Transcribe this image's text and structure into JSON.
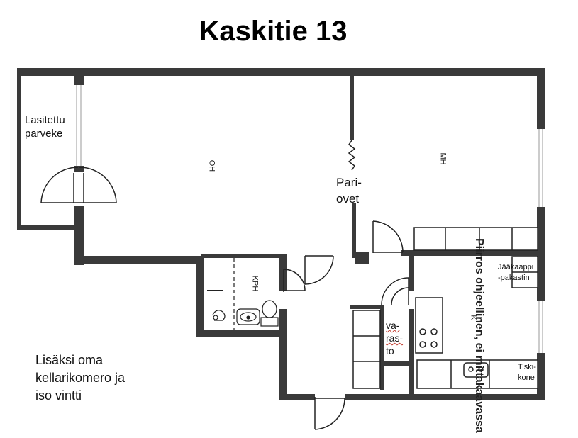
{
  "title": "Kaskitie 13",
  "labels": {
    "balcony_line1": "Lasitettu",
    "balcony_line2": "parveke",
    "double_doors_line1": "Pari-",
    "double_doors_line2": "ovet",
    "storage_line1": "va-",
    "storage_line2": "ras-",
    "storage_line3": "to",
    "fridge_line1": "Jääkaappi",
    "fridge_line2": "-pakastin",
    "dishwasher_line1": "Tiski-",
    "dishwasher_line2": "kone"
  },
  "rooms": {
    "living_room": "OH",
    "bedroom": "MH",
    "bathroom": "KPH",
    "kitchen": "K"
  },
  "note": {
    "line1": "Lisäksi oma",
    "line2": "kellarikomero ja",
    "line3": "iso vintti"
  },
  "side_note": "Piirros ohjeellinen, ei mittakaavassa",
  "colors": {
    "wall": "#3a3a3a",
    "line": "#222222",
    "accent_underline": "#c0392b"
  }
}
